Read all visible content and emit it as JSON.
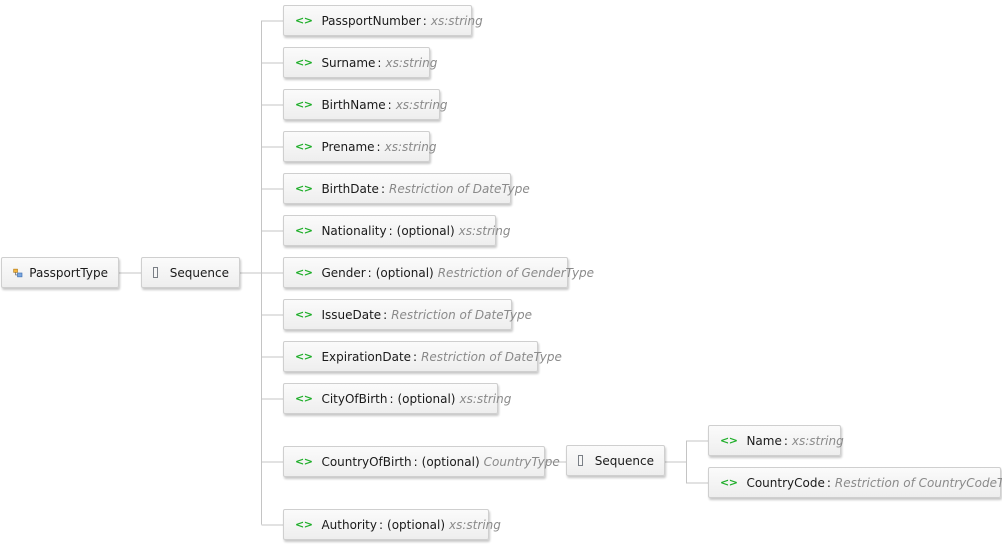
{
  "diagram": {
    "root": {
      "name": "PassportType",
      "icon": "complex-type-icon"
    },
    "sequence": {
      "label": "Sequence",
      "icon": "sequence-icon"
    },
    "elements": [
      {
        "id": "passport-number",
        "name": "PassportNumber",
        "colon": ":",
        "optional": "",
        "type": "xs:string"
      },
      {
        "id": "surname",
        "name": "Surname",
        "colon": ":",
        "optional": "",
        "type": "xs:string"
      },
      {
        "id": "birth-name",
        "name": "BirthName",
        "colon": ":",
        "optional": "",
        "type": "xs:string"
      },
      {
        "id": "prename",
        "name": "Prename",
        "colon": ":",
        "optional": "",
        "type": "xs:string"
      },
      {
        "id": "birth-date",
        "name": "BirthDate",
        "colon": ":",
        "optional": "",
        "type": "Restriction of DateType"
      },
      {
        "id": "nationality",
        "name": "Nationality",
        "colon": ":",
        "optional": "(optional)",
        "type": "xs:string"
      },
      {
        "id": "gender",
        "name": "Gender",
        "colon": ":",
        "optional": "(optional)",
        "type": "Restriction of GenderType"
      },
      {
        "id": "issue-date",
        "name": "IssueDate",
        "colon": ":",
        "optional": "",
        "type": "Restriction of DateType"
      },
      {
        "id": "expiration-date",
        "name": "ExpirationDate",
        "colon": ":",
        "optional": "",
        "type": "Restriction of DateType"
      },
      {
        "id": "city-of-birth",
        "name": "CityOfBirth",
        "colon": ":",
        "optional": "(optional)",
        "type": "xs:string"
      },
      {
        "id": "country-of-birth",
        "name": "CountryOfBirth",
        "colon": ":",
        "optional": "(optional)",
        "type": "CountryType"
      },
      {
        "id": "authority",
        "name": "Authority",
        "colon": ":",
        "optional": "(optional)",
        "type": "xs:string"
      }
    ],
    "country_of_birth_sequence": {
      "label": "Sequence",
      "elements": [
        {
          "id": "country-name",
          "name": "Name",
          "colon": ":",
          "type": "xs:string"
        },
        {
          "id": "country-code",
          "name": "CountryCode",
          "colon": ":",
          "type": "Restriction of CountryCodeType"
        }
      ]
    },
    "element_icon": "<>",
    "colors": {
      "element_icon": "#1fae2a",
      "type_text": "#8a8a8a",
      "connector": "#c4c4c4"
    }
  }
}
